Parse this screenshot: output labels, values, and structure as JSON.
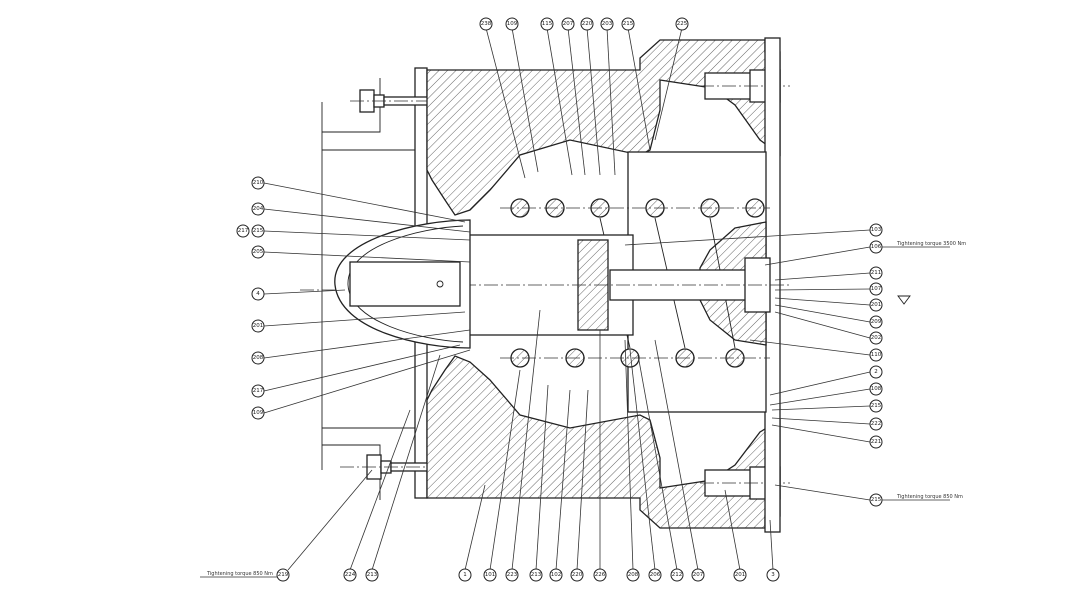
{
  "top_labels": [
    "238",
    "109",
    "115",
    "207",
    "220",
    "203",
    "215",
    "225"
  ],
  "left_labels": [
    "210",
    "204",
    "217",
    "215",
    "205",
    "4",
    "201",
    "208",
    "217",
    "109"
  ],
  "right_labels": [
    "103",
    "106",
    "211",
    "107",
    "201",
    "209",
    "202",
    "110",
    "2",
    "108",
    "215",
    "222",
    "221"
  ],
  "bottom_labels": [
    "219",
    "224",
    "213",
    "1",
    "101",
    "223",
    "213",
    "102",
    "220",
    "226",
    "208",
    "206",
    "212",
    "207",
    "201",
    "3"
  ],
  "notes": {
    "torque_top_right": "Tightening torque 3500 Nm",
    "torque_bottom_right": "Tightening torque 850 Nm",
    "torque_bottom_left": "Tightening torque 850 Nm"
  }
}
